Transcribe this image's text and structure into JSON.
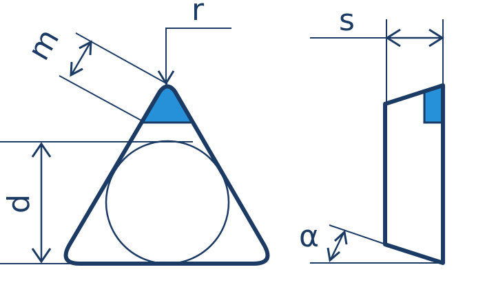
{
  "labels": {
    "r": "r",
    "m": "m",
    "d": "d",
    "s": "s",
    "alpha": "α"
  },
  "colors": {
    "outline": "#1b3a64",
    "accent": "#2691d8",
    "background": "#ffffff"
  }
}
